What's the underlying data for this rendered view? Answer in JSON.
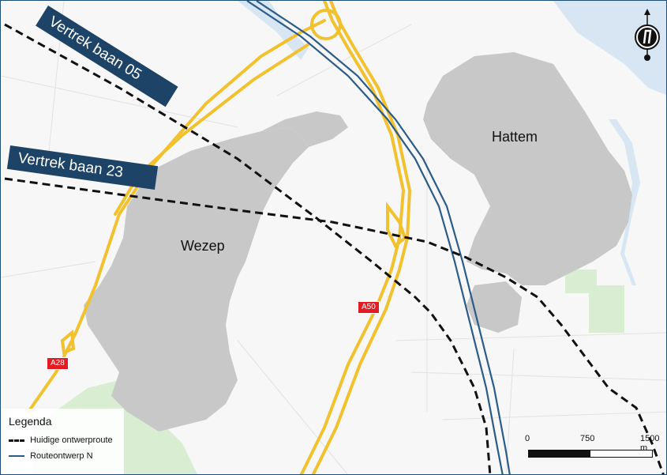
{
  "map": {
    "towns": [
      {
        "id": "wezep",
        "name": "Wezep"
      },
      {
        "id": "hattem",
        "name": "Hattem"
      }
    ],
    "roads": [
      {
        "id": "a28",
        "label": "A28"
      },
      {
        "id": "a50",
        "label": "A50"
      }
    ],
    "routes": {
      "departure_05": "Vertrek baan 05",
      "departure_23": "Vertrek baan 23"
    },
    "legend": {
      "title": "Legenda",
      "items": [
        {
          "label": "Huidige ontwerproute",
          "style": "dashed",
          "color": "#111111"
        },
        {
          "label": "Routeontwerp N",
          "style": "solid",
          "color": "#2b5b88"
        }
      ]
    },
    "scale_bar": {
      "ticks": [
        "0",
        "750",
        "1500 m"
      ]
    },
    "compass": {
      "icon": "north-arrow-icon"
    },
    "colors": {
      "urban": "#c8c8c8",
      "highway": "#f2c12e",
      "route_n": "#2b5b88",
      "current_route": "#111111",
      "water": "#d7e6f2",
      "green": "#d9edd2",
      "banner": "#1d4367",
      "shield": "#e31b23"
    }
  }
}
